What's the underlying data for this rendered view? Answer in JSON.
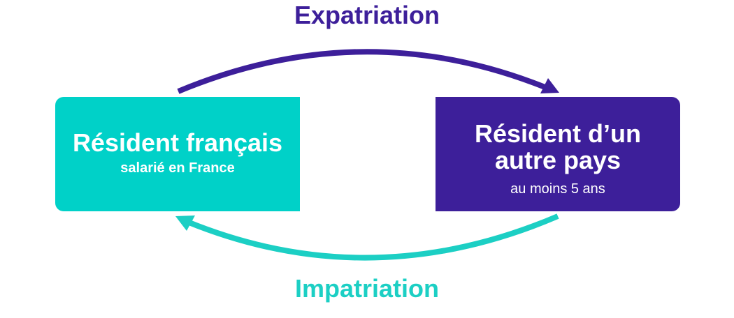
{
  "labels": {
    "top": "Expatriation",
    "bottom": "Impatriation"
  },
  "left_box": {
    "title": "Résident français",
    "subtitle": "salarié en France"
  },
  "right_box": {
    "title_line1": "Résident d’un",
    "title_line2": "autre pays",
    "subtitle": "au moins 5 ans"
  },
  "colors": {
    "purple": "#3d1f9a",
    "teal": "#00d1c8",
    "teal_text": "#1ccfc4"
  }
}
